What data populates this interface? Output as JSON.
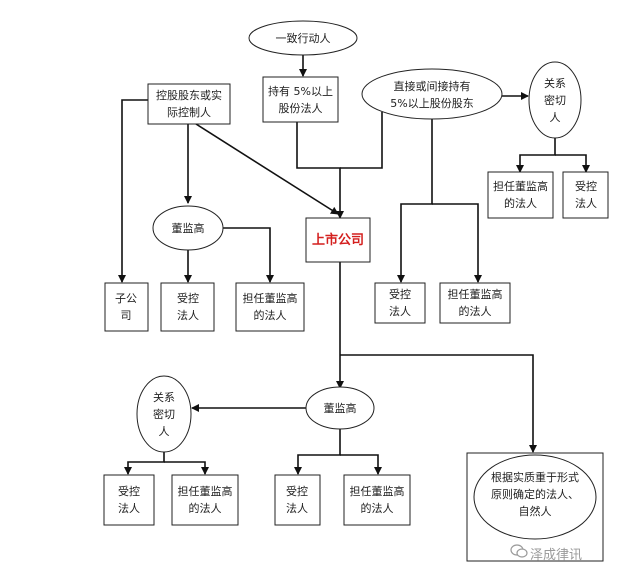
{
  "nodes": {
    "concerted_person": "一致行动人",
    "holder_5pct_legal": "持有 5%以上股份法人",
    "holder_5pct_shareholder": "直接或间接持有5%以上股份股东",
    "controller": "控股股东或实际控制人",
    "relative_top": "关系密切人",
    "director_officer_top_right": "担任董监高的法人",
    "controlled_top_right": "受控法人",
    "dso_left": "董监高",
    "listed_company": "上市公司",
    "subsidiary": "子公司",
    "controlled_mid_left": "受控法人",
    "director_officer_mid_left": "担任董监高的法人",
    "controlled_mid_right": "受控法人",
    "director_officer_mid_right": "担任董监高的法人",
    "dso_center": "董监高",
    "relative_bottom": "关系密切人",
    "substance_over_form": "根据实质重于形式原则确定的法人、自然人",
    "controlled_bottom_left": "受控法人",
    "director_officer_bottom_left": "担任董监高的法人",
    "controlled_bottom_center": "受控法人",
    "director_officer_bottom_center": "担任董监高的法人"
  },
  "watermark": "泽成律讯"
}
